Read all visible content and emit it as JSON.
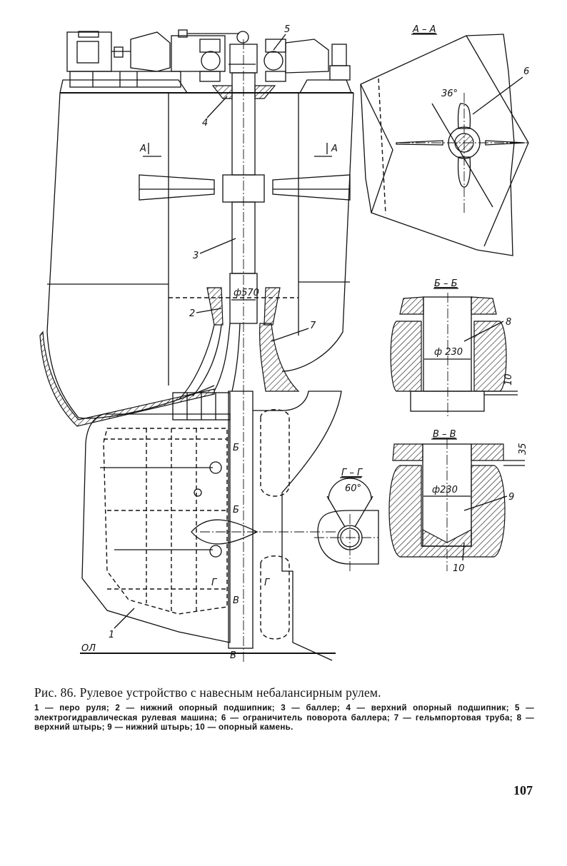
{
  "figure": {
    "main_view_labels": {
      "item_1": "1",
      "item_2": "2",
      "item_3": "3",
      "item_4": "4",
      "item_5": "5",
      "item_7": "7",
      "section_a_left": "А",
      "section_a_right": "А",
      "section_b_top": "Б",
      "section_b_bottom": "Б",
      "section_v_top": "В",
      "section_v_bottom": "В",
      "section_g_left": "Г",
      "section_g_right": "Г",
      "diameter_main": "ф570",
      "baseline": "ОЛ"
    },
    "section_aa": {
      "title": "А – А",
      "angle": "36°",
      "item_6": "6"
    },
    "section_bb": {
      "title": "Б – Б",
      "diameter": "ф 230",
      "item_8": "8",
      "dim_gap": "10"
    },
    "section_vv": {
      "title": "В – В",
      "diameter": "ф230",
      "item_9": "9",
      "item_10": "10",
      "dim_gap": "35"
    },
    "section_gg": {
      "title": "Г – Г",
      "angle": "60°"
    }
  },
  "caption": {
    "title": "Рис. 86. Рулевое устройство с навесным небалансирным рулем.",
    "legend": "1 — перо руля; 2 — нижний опорный подшипник; 3 — баллер; 4 — верхний опорный подшипник; 5 — электрогидравлическая рулевая машина; 6 — ограничитель поворота баллера; 7 — гельмпортовая труба; 8 — верхний штырь; 9 — нижний штырь; 10 — опорный камень."
  },
  "page_number": "107"
}
